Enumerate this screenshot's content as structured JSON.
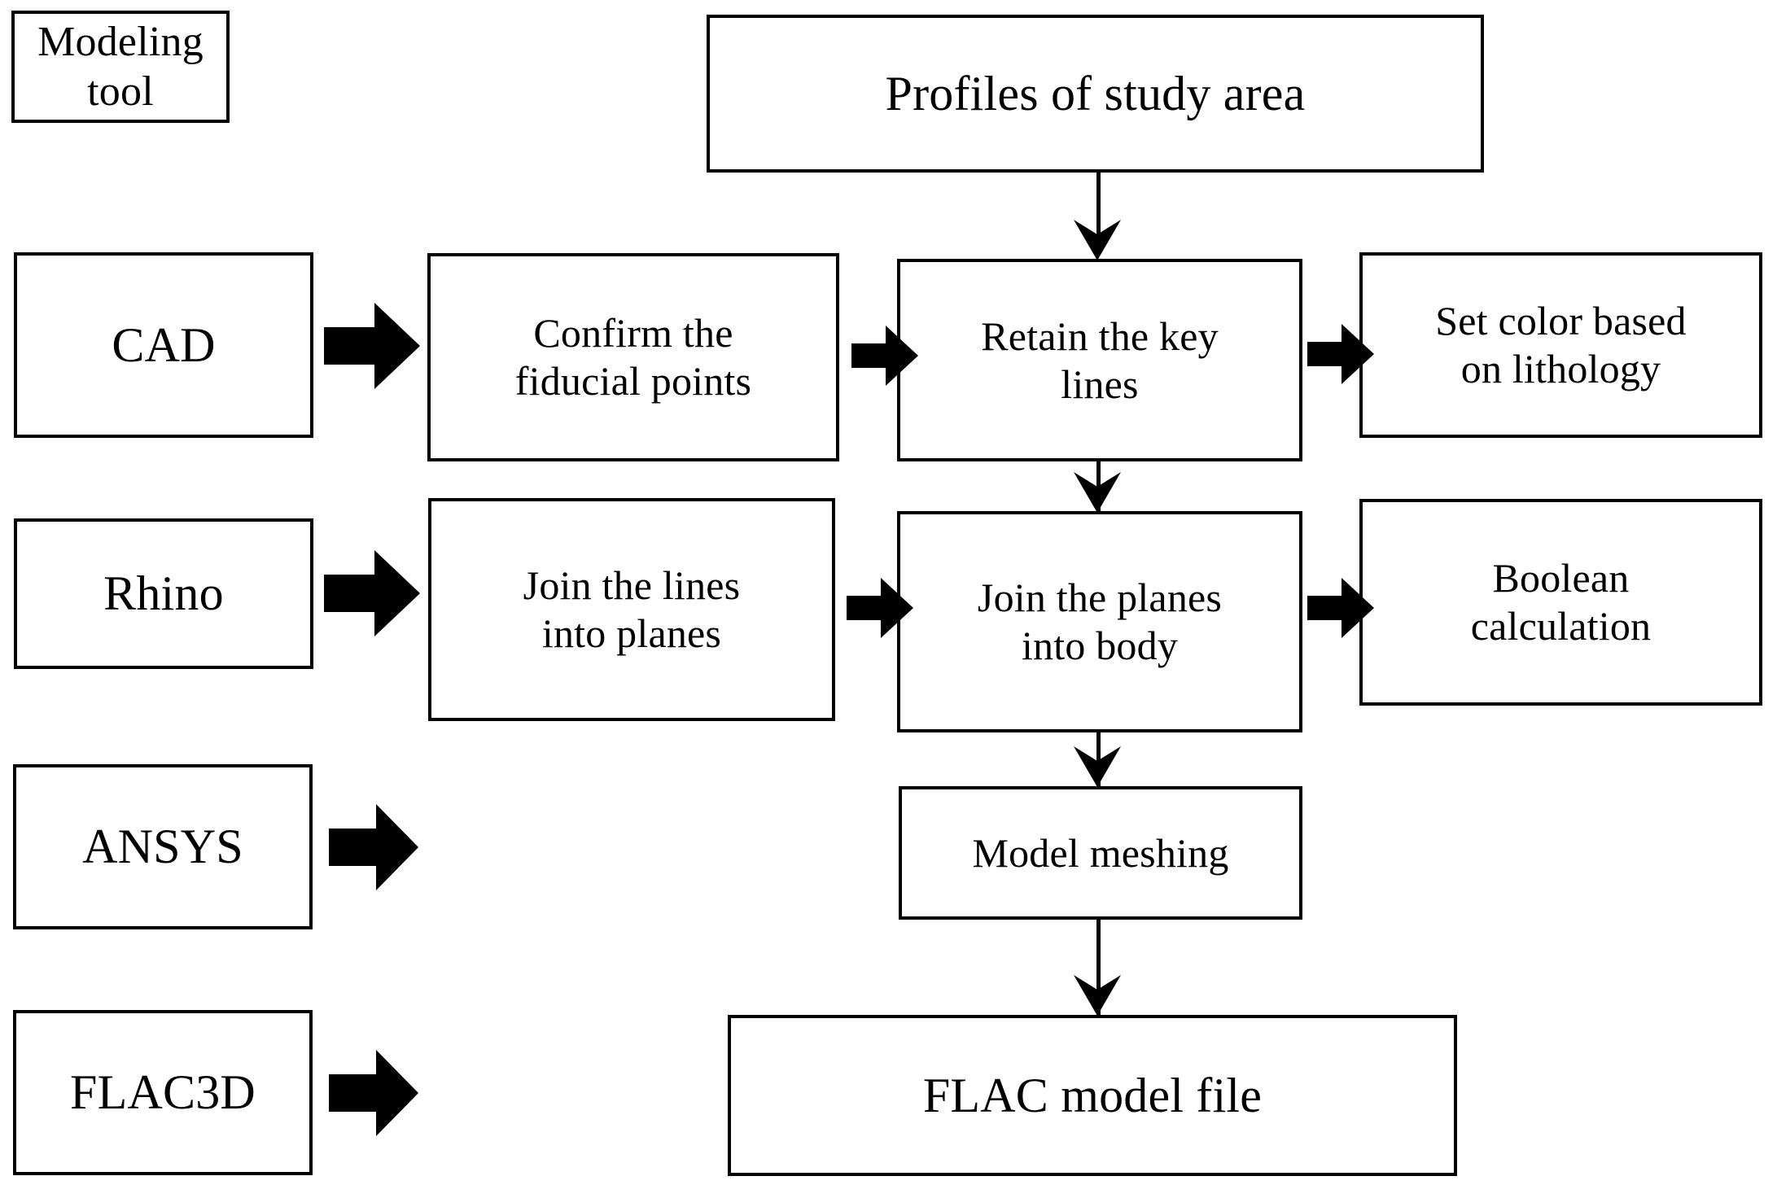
{
  "diagram": {
    "title": "Modeling workflow from profiles to FLAC model file",
    "background_color": "#ffffff",
    "line_color": "#000000",
    "text_color": "#000000"
  },
  "tools_column": {
    "header": {
      "label": "Modeling\ntool"
    },
    "items": [
      {
        "label": "CAD"
      },
      {
        "label": "Rhino"
      },
      {
        "label": "ANSYS"
      },
      {
        "label": "FLAC3D"
      }
    ]
  },
  "steps": {
    "profiles": {
      "label": "Profiles of study area"
    },
    "confirm_fiducial_points": {
      "label": "Confirm the\nfiducial points"
    },
    "retain_key_lines": {
      "label": "Retain the key\nlines"
    },
    "set_color_lithology": {
      "label": "Set color based\non lithology"
    },
    "join_lines_into_planes": {
      "label": "Join the lines\ninto planes"
    },
    "join_planes_into_body": {
      "label": "Join the planes\ninto body"
    },
    "boolean_calculation": {
      "label": "Boolean\ncalculation"
    },
    "model_meshing": {
      "label": "Model meshing"
    },
    "flac_model_file": {
      "label": "FLAC model file"
    }
  },
  "connectors": {
    "fat_arrows": [
      {
        "name": "cad-to-confirm"
      },
      {
        "name": "confirm-to-retain"
      },
      {
        "name": "retain-to-setcolor"
      },
      {
        "name": "rhino-to-joinlines"
      },
      {
        "name": "joinlines-to-joinplanes"
      },
      {
        "name": "joinplanes-to-boolean"
      },
      {
        "name": "ansys-out"
      },
      {
        "name": "flac3d-out"
      }
    ],
    "thin_arrows": [
      {
        "name": "profiles-to-retain"
      },
      {
        "name": "retain-to-joinplanes"
      },
      {
        "name": "joinplanes-to-meshing"
      },
      {
        "name": "meshing-to-flacfile"
      }
    ]
  }
}
